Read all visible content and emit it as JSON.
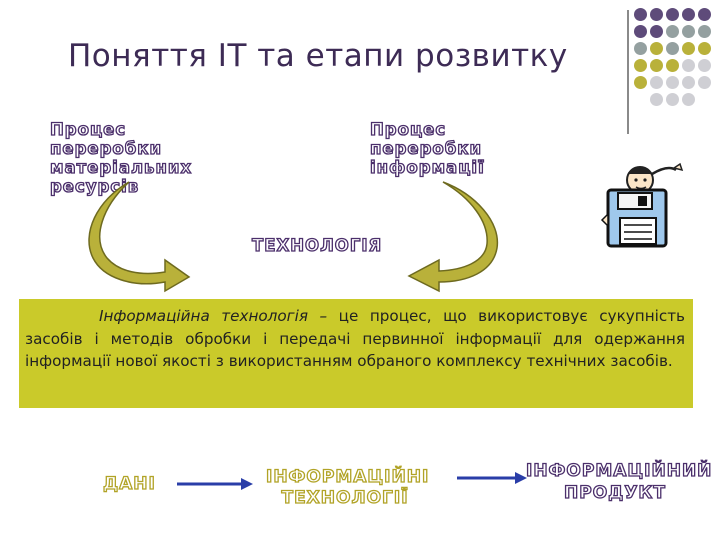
{
  "title": "Поняття ІТ та етапи розвитку",
  "left_label": [
    "Процес",
    "переробки",
    "матеріальних",
    "ресурсів"
  ],
  "right_label": [
    "Процес",
    "переробки",
    "інформації"
  ],
  "center_label": "ТЕХНОЛОГІЯ",
  "definition": {
    "term": "Інформаційна технологія –",
    "text": "це процес, що використовує сукупність засобів і методів обробки і передачі первинної інформації для одержання інформації нової якості з використанням обраного комплексу технічних засобів."
  },
  "flow": {
    "step1": "ДАНІ",
    "step2": [
      "ІНФОРМАЦІЙНІ",
      "ТЕХНОЛОГІЇ"
    ],
    "step3": [
      "ІНФОРМАЦІЙНИЙ",
      "ПРОДУКТ"
    ]
  },
  "colors": {
    "title": "#3d2b55",
    "outline_purple": "#4b2f6b",
    "outline_yellow": "#b1a326",
    "box": "#caca2a",
    "arrow": "#b9b13a",
    "flow_arrow": "#2a3ea8"
  },
  "icons": [
    "clipart-person-with-floppy-disk-icon"
  ]
}
